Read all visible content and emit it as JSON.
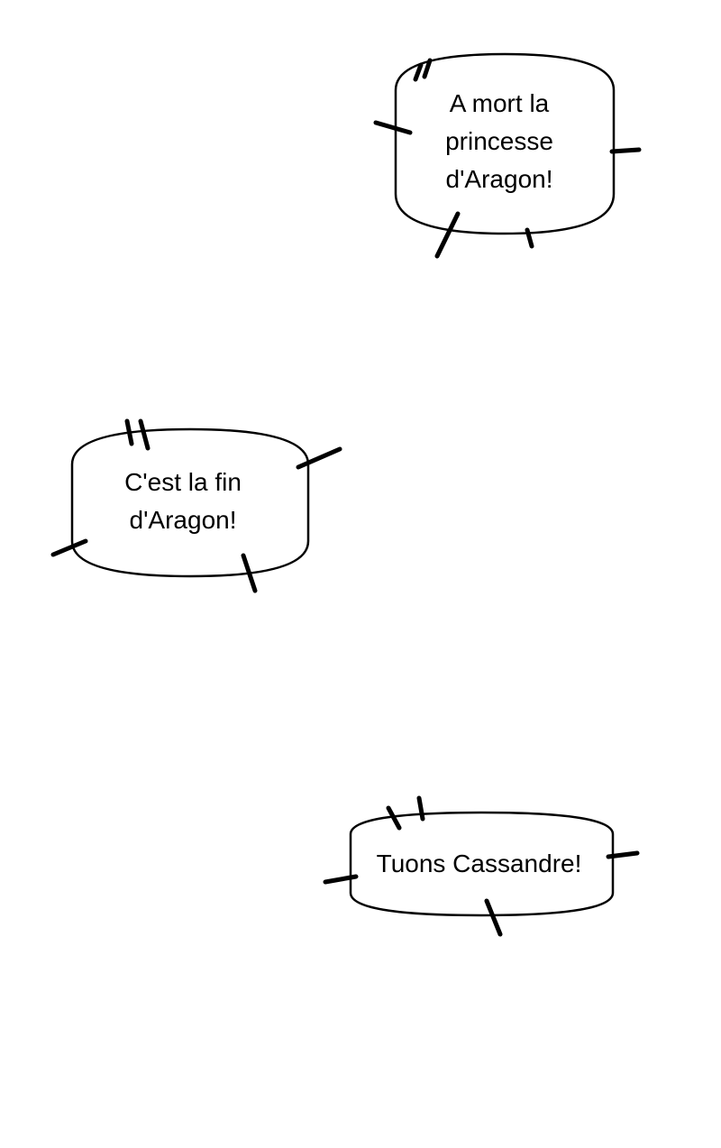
{
  "bubbles": [
    {
      "lines": [
        "A mort la",
        "princesse",
        "d'Aragon!"
      ]
    },
    {
      "lines": [
        "C'est la fin",
        "d'Aragon!"
      ]
    },
    {
      "lines": [
        "Tuons Cassandre!"
      ]
    }
  ],
  "colors": {
    "background": "#ffffff",
    "ink": "#000000"
  }
}
